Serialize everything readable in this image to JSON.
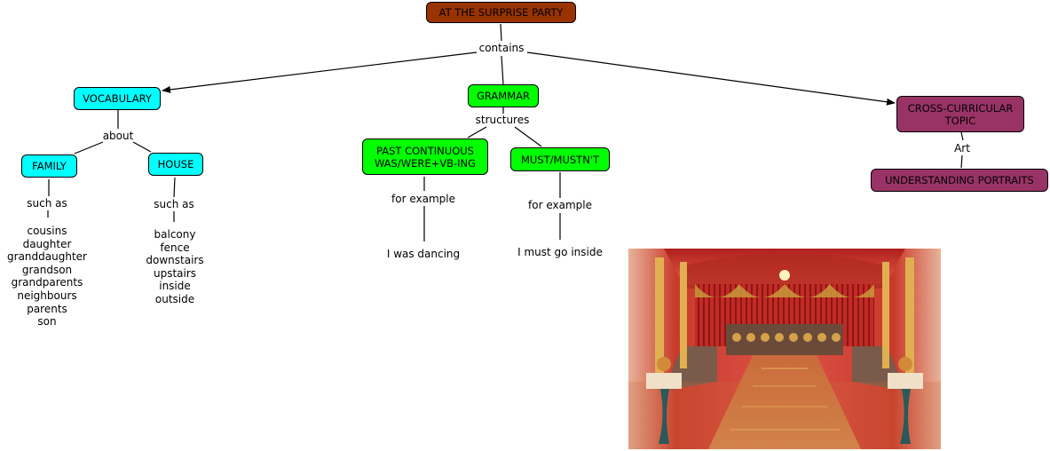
{
  "root": "AT THE SURPRISE PARTY",
  "links": {
    "contains": "contains",
    "about": "about",
    "structures": "structures",
    "family_such_as": "such as",
    "house_such_as": "such as",
    "past_for_example": "for example",
    "must_for_example": "for example",
    "art": "Art"
  },
  "nodes": {
    "vocabulary": "VOCABULARY",
    "grammar": "GRAMMAR",
    "cross_curricular_line1": "CROSS-CURRICULAR",
    "cross_curricular_line2": "TOPIC",
    "family": "FAMILY",
    "house": "HOUSE",
    "past_continuous_line1": "PAST CONTINUOUS",
    "past_continuous_line2": "WAS/WERE+VB-ING",
    "must": "MUST/MUSTN'T",
    "understanding_portraits": "UNDERSTANDING PORTRAITS"
  },
  "family_words": [
    "cousins",
    "daughter",
    "granddaughter",
    "grandson",
    "grandparents",
    "neighbours",
    "parents",
    "son"
  ],
  "house_words": [
    "balcony",
    "fence",
    "downstairs",
    "upstairs",
    "inside",
    "outside"
  ],
  "examples": {
    "past": "I was dancing",
    "must": "I must go inside"
  },
  "colors": {
    "root": "#993300",
    "vocabulary": "#00ffff",
    "grammar": "#00ff00",
    "cross_curricular": "#993366"
  }
}
